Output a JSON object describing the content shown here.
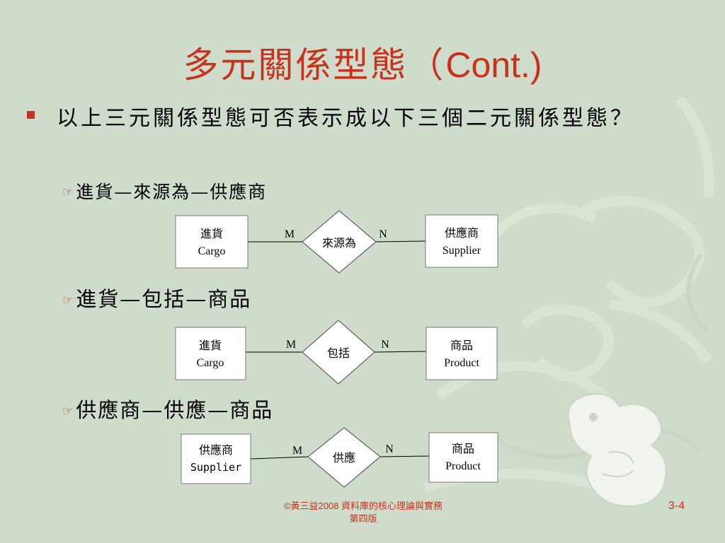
{
  "title": {
    "main": "多元關係型態（",
    "latin": "Cont.)"
  },
  "bullet": "以上三元關係型態可否表示成以下三個二元關係型態？",
  "subs": [
    {
      "mark": "☞",
      "text": "進貨—來源為—供應商"
    },
    {
      "mark": "☞",
      "text": "進貨—包括—商品"
    },
    {
      "mark": "☞",
      "text": "供應商—供應—商品"
    }
  ],
  "diagrams": [
    {
      "left": {
        "line1": "進貨",
        "line2": "Cargo"
      },
      "relation": "來源為",
      "right": {
        "line1": "供應商",
        "line2": "Supplier"
      },
      "left_card": "M",
      "right_card": "N"
    },
    {
      "left": {
        "line1": "進貨",
        "line2": "Cargo"
      },
      "relation": "包括",
      "right": {
        "line1": "商品",
        "line2": "Product"
      },
      "left_card": "M",
      "right_card": "N"
    },
    {
      "left": {
        "line1": "供應商",
        "line2": "Supplier"
      },
      "relation": "供應",
      "right": {
        "line1": "商品",
        "line2": "Product"
      },
      "left_card": "M",
      "right_card": "N"
    }
  ],
  "footer": {
    "line1": "©黃三益2008 資料庫的核心理論與實務",
    "line2": "第四版"
  },
  "page_number": "3-4"
}
